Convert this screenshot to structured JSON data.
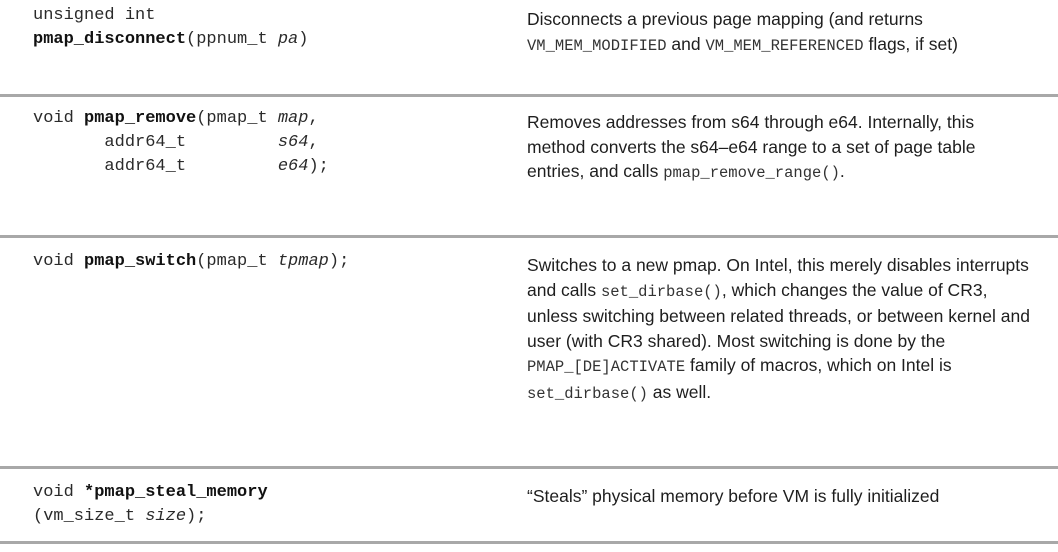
{
  "rows": [
    {
      "sig": [
        [
          {
            "t": "unsigned int",
            "s": ""
          }
        ],
        [
          {
            "t": "pmap_disconnect",
            "s": "b"
          },
          {
            "t": "(ppnum_t ",
            "s": ""
          },
          {
            "t": "pa",
            "s": "i"
          },
          {
            "t": ")",
            "s": ""
          }
        ]
      ],
      "desc": [
        {
          "t": "Disconnects a previous page mapping (and returns ",
          "s": ""
        },
        {
          "t": "VM_MEM_MODIFIED",
          "s": "m"
        },
        {
          "t": " and ",
          "s": ""
        },
        {
          "t": "VM_MEM_REFERENCED",
          "s": "m"
        },
        {
          "t": " flags, if set)",
          "s": ""
        }
      ]
    },
    {
      "sig": [
        [
          {
            "t": "void ",
            "s": ""
          },
          {
            "t": "pmap_remove",
            "s": "b"
          },
          {
            "t": "(pmap_t ",
            "s": ""
          },
          {
            "t": "map",
            "s": "i"
          },
          {
            "t": ",",
            "s": ""
          }
        ],
        [
          {
            "t": "       addr64_t         ",
            "s": ""
          },
          {
            "t": "s64",
            "s": "i"
          },
          {
            "t": ",",
            "s": ""
          }
        ],
        [
          {
            "t": "       addr64_t         ",
            "s": ""
          },
          {
            "t": "e64",
            "s": "i"
          },
          {
            "t": ");",
            "s": ""
          }
        ]
      ],
      "desc": [
        {
          "t": "Removes addresses from s64 through e64. Internally, this method converts the s64–e64 range to a set of page table entries, and calls ",
          "s": ""
        },
        {
          "t": "pmap_remove_range()",
          "s": "m"
        },
        {
          "t": ".",
          "s": ""
        }
      ]
    },
    {
      "sig": [
        [
          {
            "t": "void ",
            "s": ""
          },
          {
            "t": "pmap_switch",
            "s": "b"
          },
          {
            "t": "(pmap_t ",
            "s": ""
          },
          {
            "t": "tpmap",
            "s": "i"
          },
          {
            "t": ");",
            "s": ""
          }
        ]
      ],
      "desc": [
        {
          "t": "Switches to a new pmap. On Intel, this merely disables interrupts and calls ",
          "s": ""
        },
        {
          "t": "set_dirbase()",
          "s": "m"
        },
        {
          "t": ", which changes the value of CR3, unless switching between related threads, or between kernel and user (with CR3 shared). Most switching is done by the ",
          "s": ""
        },
        {
          "t": "PMAP_[DE]ACTIVATE",
          "s": "m"
        },
        {
          "t": " family of macros, which on Intel is ",
          "s": ""
        },
        {
          "t": "set_dirbase()",
          "s": "m"
        },
        {
          "t": " as well.",
          "s": ""
        }
      ]
    },
    {
      "sig": [
        [
          {
            "t": "void ",
            "s": ""
          },
          {
            "t": "*pmap_steal_memory",
            "s": "b"
          }
        ],
        [
          {
            "t": "(vm_size_t ",
            "s": ""
          },
          {
            "t": "size",
            "s": "i"
          },
          {
            "t": ");",
            "s": ""
          }
        ]
      ],
      "desc": [
        {
          "t": "“Steals” physical memory before VM is fully initialized",
          "s": ""
        }
      ]
    }
  ]
}
